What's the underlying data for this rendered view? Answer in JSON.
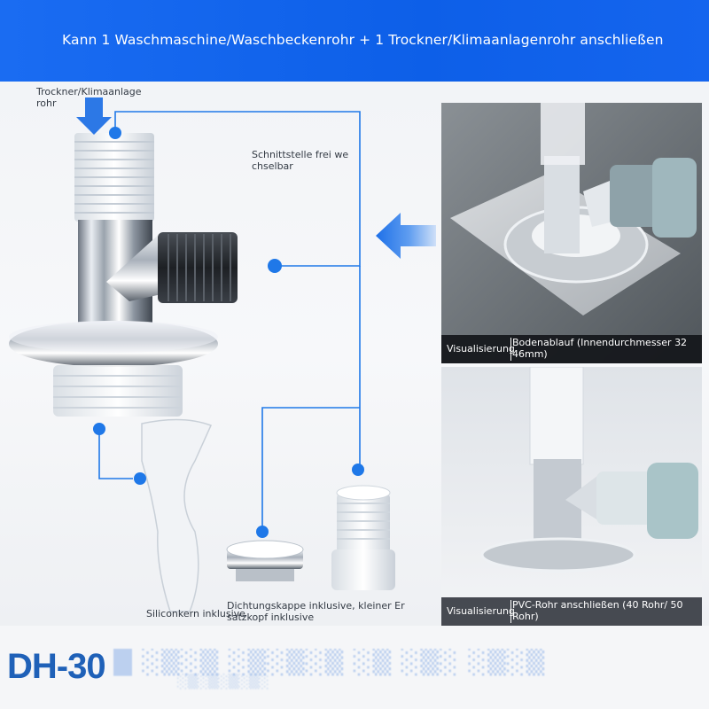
{
  "banner": {
    "headline": "Kann 1 Waschmaschine/Waschbeckenrohr + 1 Trockner/Klimaanlagenrohr anschließen"
  },
  "callouts": {
    "trockner": "Trockner/Klimaanlage rohr",
    "schnittstelle": "Schnittstelle frei we chselbar",
    "siliconkern": "Siliconkern inklusive",
    "dichtungskappe": "Dichtungskappe inklusive, kleiner Er satzkopf inklusive"
  },
  "photos": [
    {
      "tag": "Visualisierung",
      "caption": "Bodenablauf (Innendurchmesser 32 46mm)"
    },
    {
      "tag": "Visualisierung",
      "caption": "PVC-Rohr anschließen (40 Rohr/ 50 Rohr)"
    }
  ],
  "model": {
    "code": "DH-30"
  },
  "colors": {
    "banner_blue": "#1a6cf2",
    "accent_blue": "#1f78e8",
    "model_blue": "#1f61b8"
  }
}
